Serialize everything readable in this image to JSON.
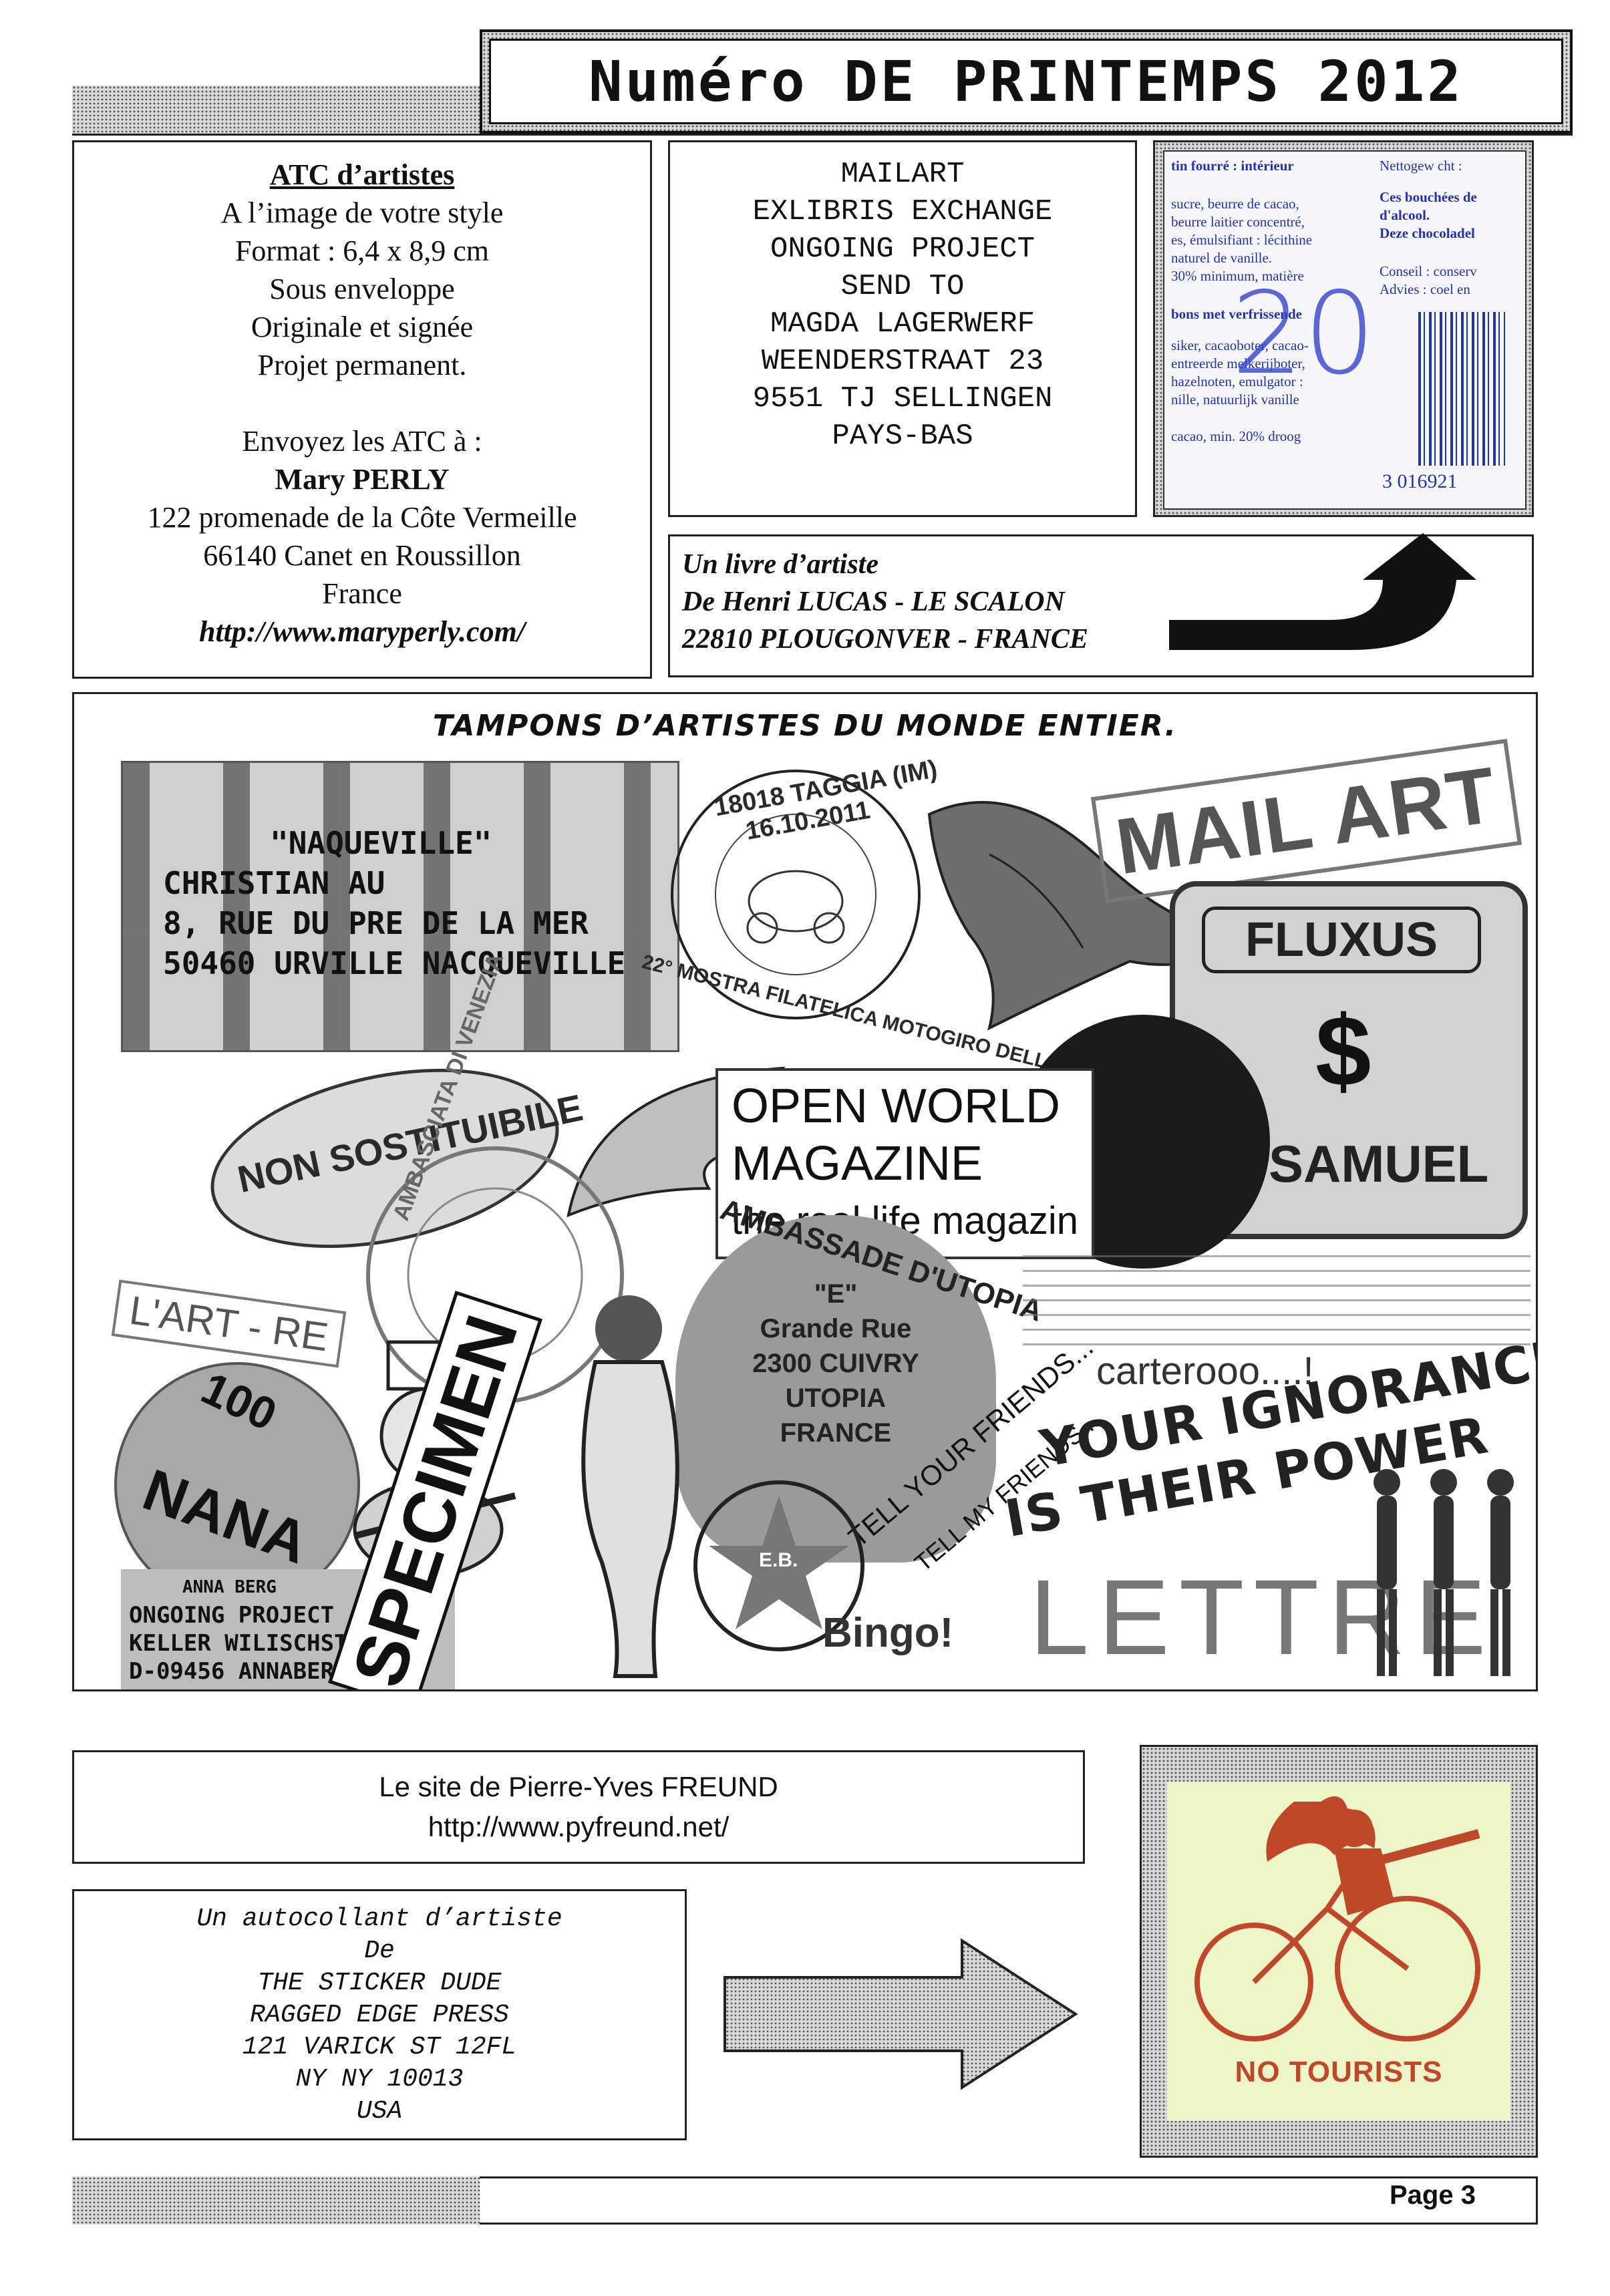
{
  "header": {
    "title": "Numéro DE PRINTEMPS 2012"
  },
  "atc": {
    "title": "ATC d’artistes",
    "lines": [
      "A l’image de votre style",
      "Format : 6,4 x 8,9 cm",
      "Sous enveloppe",
      "Originale et signée",
      "Projet permanent."
    ],
    "send_label": "Envoyez les ATC à :",
    "name": "Mary PERLY",
    "address": [
      "122 promenade de la Côte Vermeille",
      "66140 Canet en Roussillon",
      "France"
    ],
    "url": "http://www.maryperly.com/"
  },
  "mailart": {
    "lines": [
      "MAILART",
      "EXLIBRIS EXCHANGE",
      "ONGOING PROJECT",
      "SEND TO",
      "MAGDA LAGERWERF",
      "WEENDERSTRAAT 23",
      "9551 TJ SELLINGEN",
      "PAYS-BAS"
    ]
  },
  "wrapper": {
    "left_lines": [
      "tin fourré : intérieur",
      "sucre, beurre de cacao,",
      "beurre laitier concentré,",
      "es, émulsifiant : lécithine",
      "naturel de vanille.",
      "30% minimum, matière",
      "bons met verfrissende",
      "siker, cacaoboter, cacao-",
      "entreerde melkerijboter,",
      "hazelnoten, emulgator :",
      "nille, natuurlijk vanille",
      "cacao, min. 20% droog"
    ],
    "right_lines": [
      "Nettogew cht :",
      "Ces bouchées de",
      "d'alcool.",
      "Deze chocoladel",
      "Conseil : conserv",
      "Advies : coel en"
    ],
    "barcode_digits": "3 016921",
    "handwritten_number": "20"
  },
  "livre": {
    "title": "Un livre d’artiste",
    "line1": "De Henri LUCAS  - LE SCALON",
    "line2": "22810 PLOUGONVER -  FRANCE"
  },
  "tampons": {
    "title": "TAMPONS D’ARTISTES DU MONDE ENTIER.",
    "stamp1": [
      "\"NAQUEVILLE\"",
      "CHRISTIAN  AU",
      "8, RUE DU PRE DE LA MER",
      "50460 URVILLE NACQUEVILLE"
    ],
    "stamp_taggia": [
      "18018 TAGGIA (IM)",
      "16.10.2011"
    ],
    "stamp_mostra": "22° MOSTRA FILATELICA MOTOGIRO DELLA STR",
    "stamp_mailart": "MAIL ART",
    "stamp_fluxus": "FLUXUS",
    "stamp_dollar": "$",
    "stamp_samuel": "SAMUEL",
    "stamp_non": "NON SOSTITUIBILE",
    "stamp_ambasciata": "AMBASCIATA DI VENEZIA",
    "stamp_openworld": [
      "OPEN WORLD",
      "MAGAZINE",
      "the real life magazin"
    ],
    "stamp_ambassade": [
      "AMBASSADE D'UTOPIA",
      "\"E\"",
      "Grande Rue",
      "2300 CUIVRY",
      "UTOPIA",
      "FRANCE"
    ],
    "stamp_lart": "L'ART - RE",
    "stamp_100": "100",
    "stamp_nana": "NANA",
    "stamp_specimen": "SPECIMEN",
    "stamp_tell1": "TELL YOUR FRIENDS...",
    "stamp_tell2": "TELL MY FRIENDS...",
    "stamp_eb": "E.B.",
    "stamp_carterooo": "carterooo....!",
    "stamp_ignorance": [
      "YOUR IGNORANCE",
      "IS THEIR POWER"
    ],
    "stamp_annaberg": [
      "ANNA BERG",
      "ONGOING PROJECT",
      "KELLER WILISCHSTR. 1",
      "D-09456 ANNABERG"
    ],
    "stamp_bingo": "Bingo!",
    "stamp_lettre": "LETTRE"
  },
  "freund": {
    "line1": "Le site de Pierre-Yves FREUND",
    "line2": "http://www.pyfreund.net/"
  },
  "autocollant": {
    "lines": [
      "Un autocollant d’artiste",
      "De",
      "THE STICKER DUDE",
      "RAGGED EDGE PRESS",
      "121 VARICK ST 12FL",
      "NY NY 10013",
      "USA"
    ]
  },
  "sticker": {
    "label": "NO TOURISTS"
  },
  "footer": {
    "page": "Page 3"
  },
  "colors": {
    "sticker_bg": "#eef5c8",
    "sticker_ink": "#c0482a",
    "wrapper_blue": "#2233aa"
  }
}
